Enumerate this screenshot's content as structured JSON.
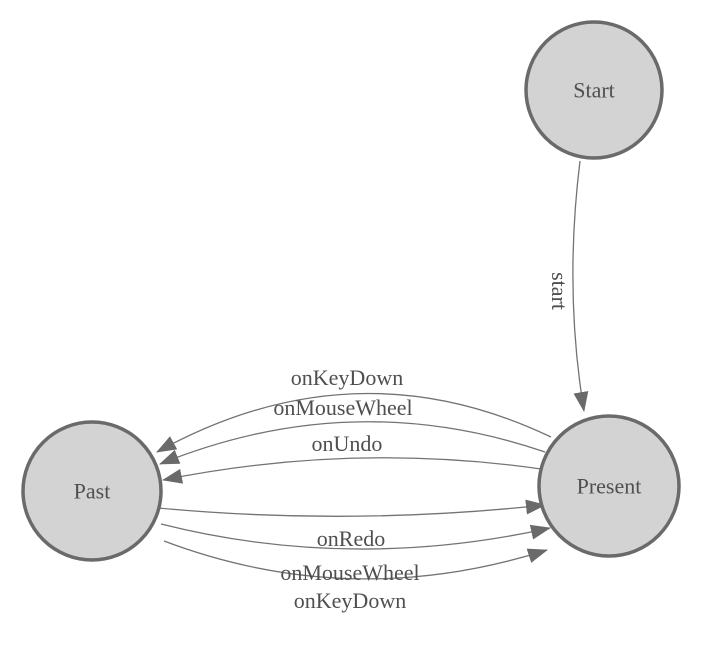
{
  "diagram": {
    "type": "state-machine",
    "background_color": "#ffffff",
    "colors": {
      "node_fill": "#d3d3d3",
      "node_stroke": "#6a6a6a",
      "edge_line": "#737373",
      "arrow_fill": "#6a6a6a",
      "label_text": "#4f4f4f"
    },
    "nodes": [
      {
        "id": "start",
        "label": "Start"
      },
      {
        "id": "present",
        "label": "Present"
      },
      {
        "id": "past",
        "label": "Past"
      }
    ],
    "edges": [
      {
        "from": "start",
        "to": "present",
        "label": "start"
      },
      {
        "from": "present",
        "to": "past",
        "label": "onKeyDown"
      },
      {
        "from": "present",
        "to": "past",
        "label": "onMouseWheel"
      },
      {
        "from": "present",
        "to": "past",
        "label": "onUndo"
      },
      {
        "from": "past",
        "to": "present",
        "label": "onRedo"
      },
      {
        "from": "past",
        "to": "present",
        "label": "onMouseWheel"
      },
      {
        "from": "past",
        "to": "present",
        "label": "onKeyDown"
      }
    ]
  }
}
